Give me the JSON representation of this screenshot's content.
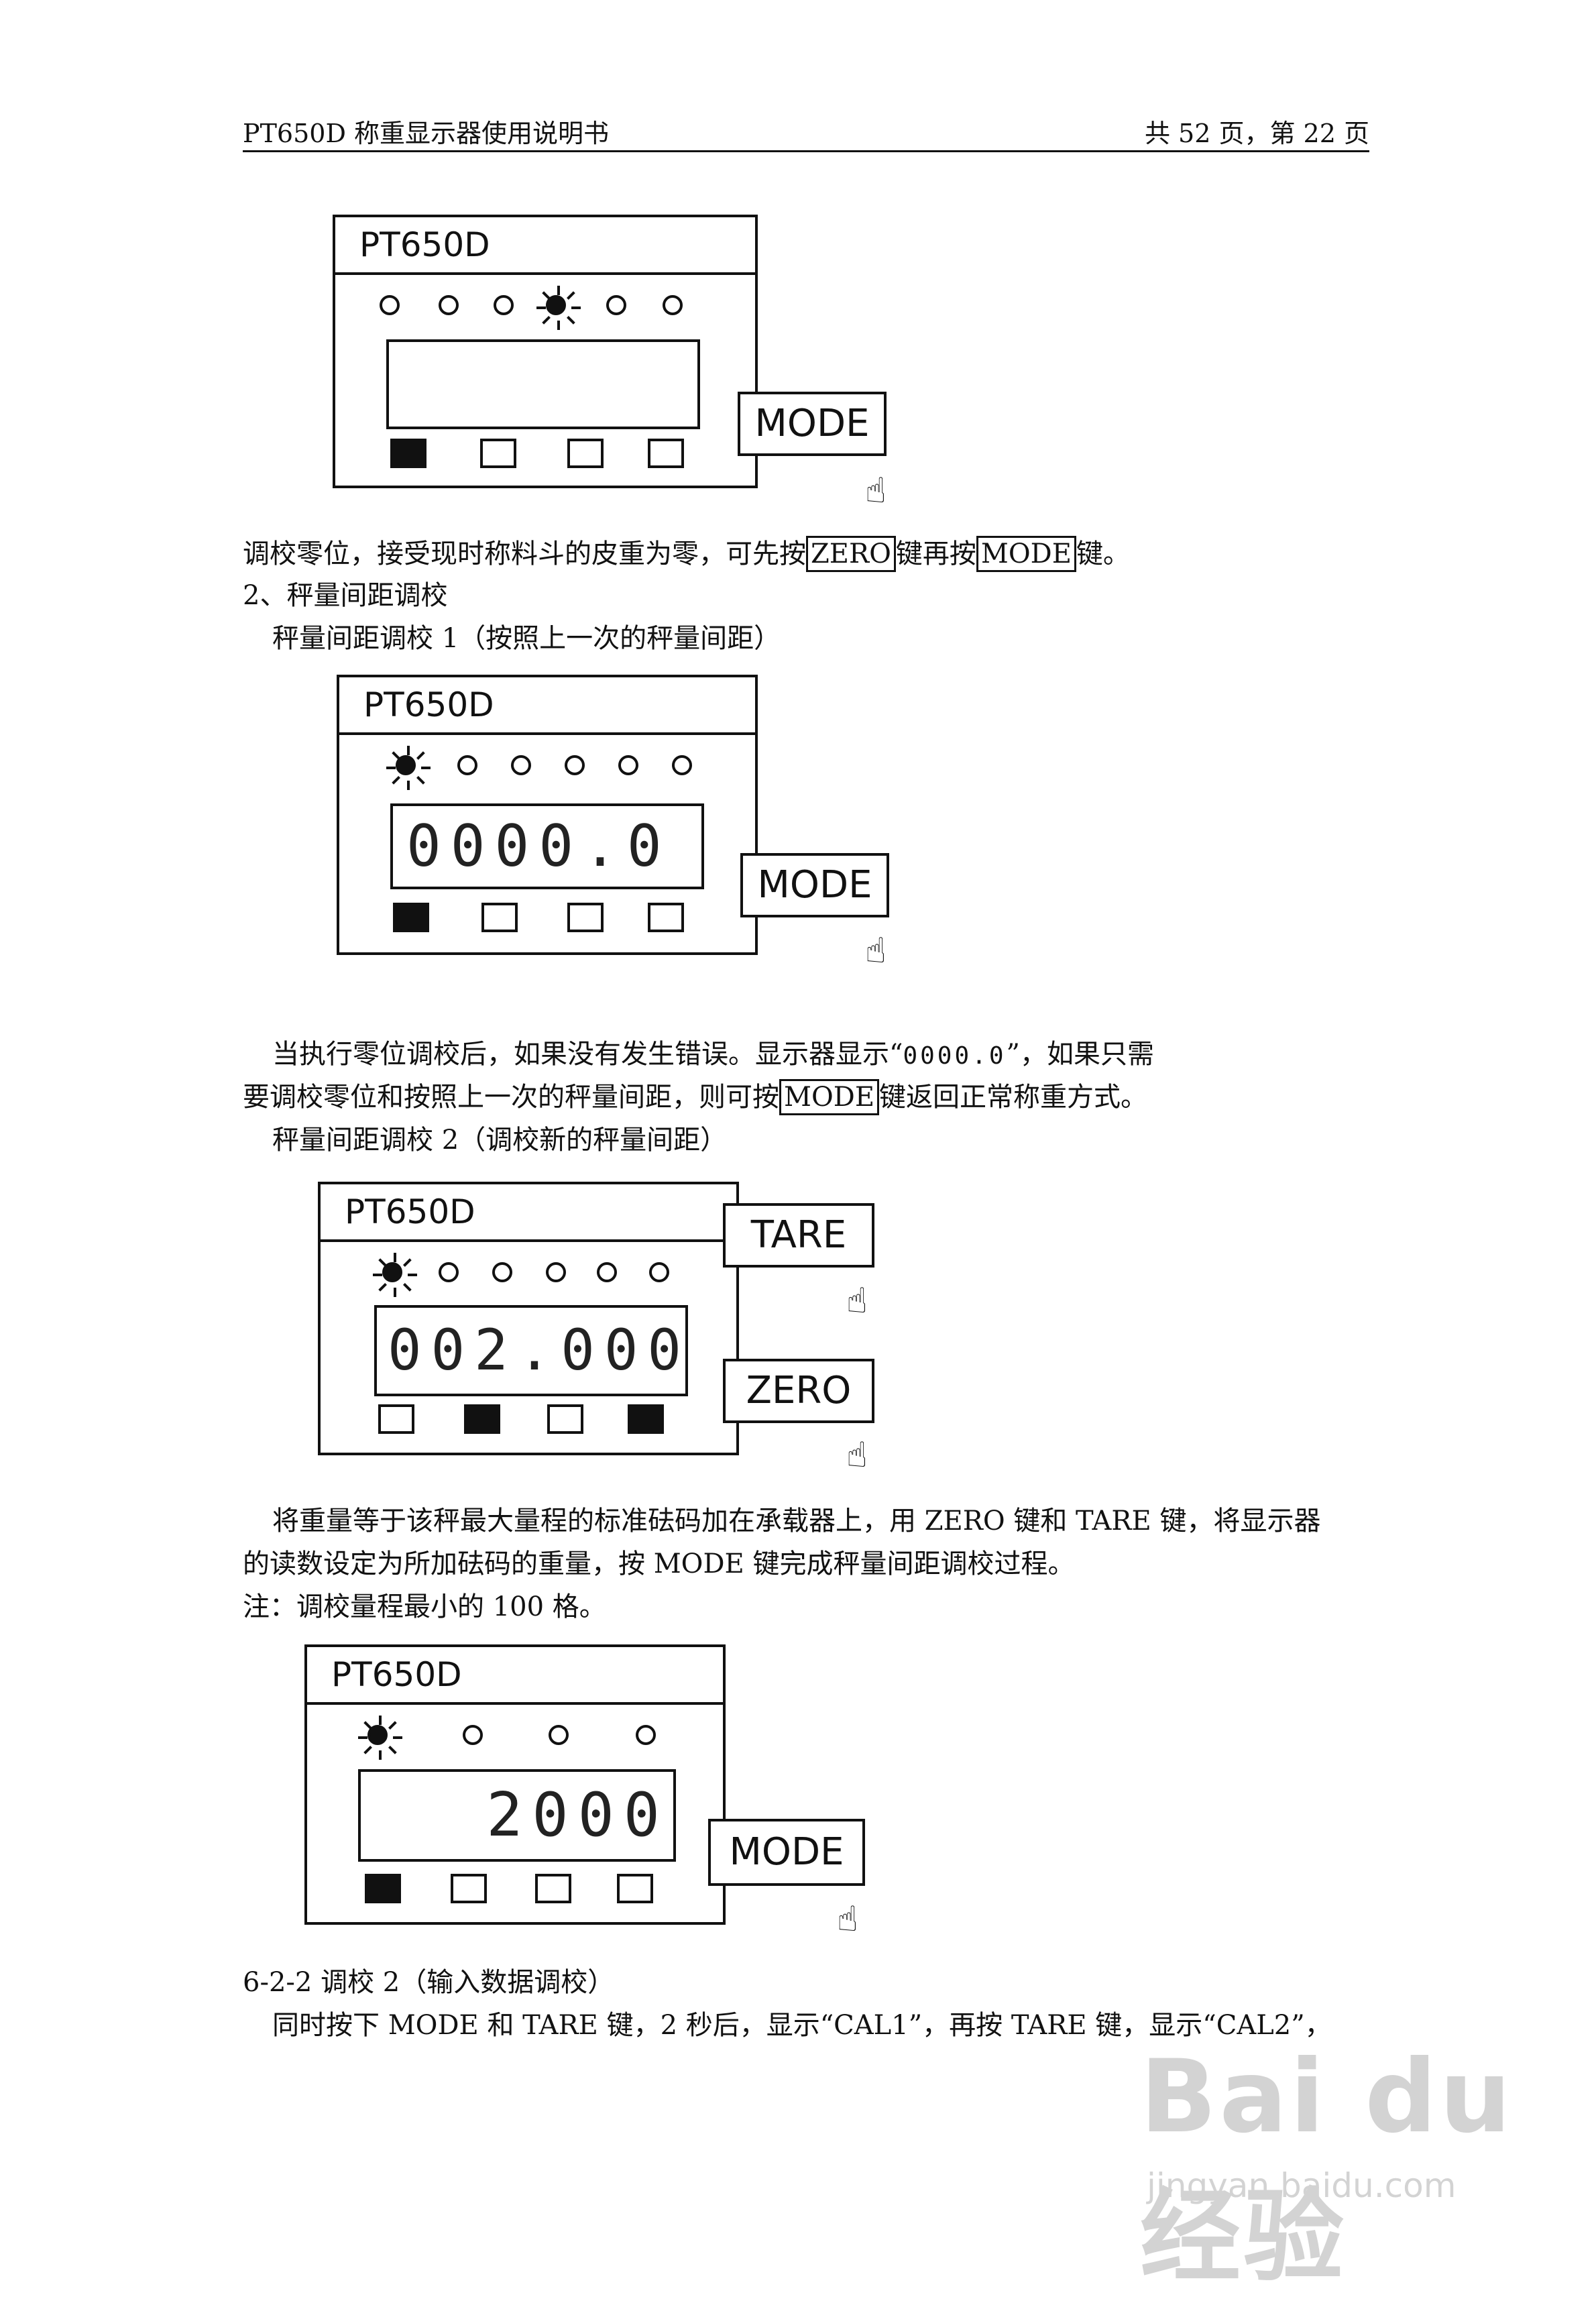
{
  "header": {
    "left": "PT650D 称重显示器使用说明书",
    "right": "共 52 页，第 22 页"
  },
  "device_model": "PT650D",
  "keys": {
    "mode": "MODE",
    "tare": "TARE",
    "zero": "ZERO"
  },
  "hand_icon": "pointing-hand-icon",
  "displays": {
    "d2": "0000.0",
    "d3": "002.000",
    "d4": "2000",
    "inline": "0000.0"
  },
  "text": {
    "zero_cal_a": "调校零位，接受现时称料斗的皮重为零，可先按",
    "zero_cal_b": "键再按",
    "zero_cal_c": "键。",
    "section_2": "2、秤量间距调校",
    "span_cal_1": "秤量间距调校 1（按照上一次的秤量间距）",
    "after_zero_a": "当执行零位调校后，如果没有发生错误。显示器显示“",
    "after_zero_b": "”，如果只需",
    "after_zero_c": "要调校零位和按照上一次的秤量间距，则可按",
    "after_zero_d": "键返回正常称重方式。",
    "span_cal_2": "秤量间距调校 2（调校新的秤量间距）",
    "weights_1": "将重量等于该秤最大量程的标准砝码加在承载器上，用 ZERO 键和 TARE 键，将显示器",
    "weights_2": "的读数设定为所加砝码的重量，按 MODE 键完成秤量间距调校过程。",
    "note": "注：调校量程最小的 100 格。",
    "section_622": "6-2-2 调校 2（输入数据调校）",
    "last_line": "同时按下 MODE 和 TARE 键，2 秒后，显示“CAL1”，再按 TARE 键，显示“CAL2”，"
  },
  "watermark": {
    "main": "Bai du 经验",
    "url": "jingyan.baidu.com"
  }
}
